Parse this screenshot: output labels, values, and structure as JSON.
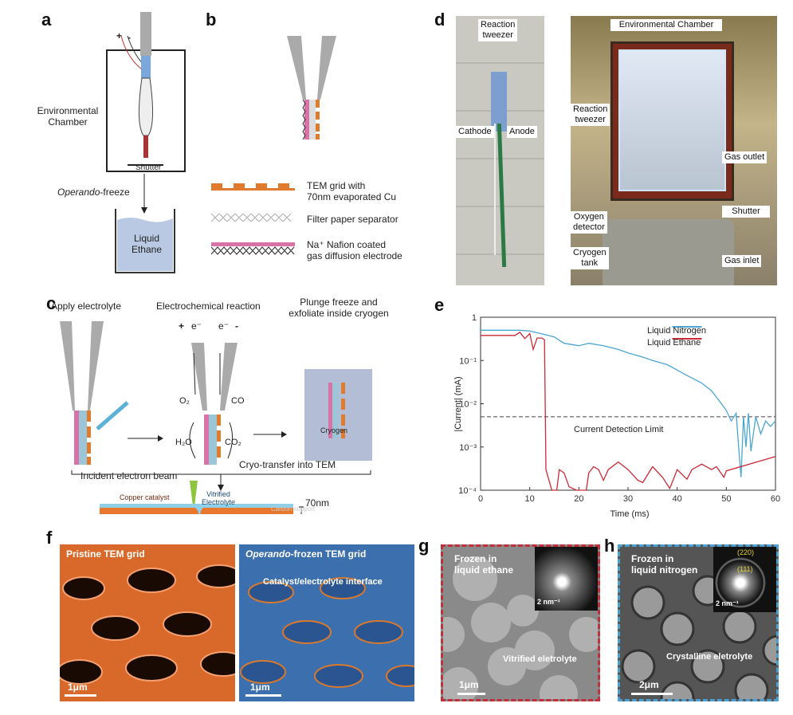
{
  "panels": {
    "a": {
      "label": "a",
      "chamber": "Environmental\nChamber",
      "shutter": "Shutter",
      "plus": "+",
      "minus": "-",
      "freeze_italic": "Operando",
      "freeze_rest": "-freeze",
      "liquid": "Liquid\nEthane"
    },
    "b": {
      "label": "b",
      "legend": [
        "TEM grid with\n70nm evaporated Cu",
        "Filter paper separator",
        "Na⁺ Nafion coated\ngas diffusion electrode"
      ]
    },
    "c": {
      "label": "c",
      "step1": "Apply electrolyte",
      "step2": "Electrochemical reaction",
      "step3": "Plunge freeze and\nexfoliate inside cryogen",
      "plus": "+",
      "minus": "-",
      "e1": "e⁻",
      "e2": "e⁻",
      "o2": "O₂",
      "co": "CO",
      "h2o": "H₂O",
      "co2": "CO₂",
      "cryogen": "Cryogen",
      "transfer": "Cryo-transfer into TEM",
      "beam": "Incident electron beam",
      "copper": "Copper catalyst",
      "vitrified": "Vitrified\nElectrolyte",
      "carbon": "Carbon support",
      "thickness": "70nm"
    },
    "d": {
      "label": "d",
      "photo1": {
        "tweezer": "Reaction\ntweezer",
        "cathode": "Cathode",
        "anode": "Anode"
      },
      "photo2": {
        "chamber": "Environmental Chamber",
        "tweezer": "Reaction\ntweezer",
        "gas_outlet": "Gas outlet",
        "oxygen": "Oxygen\ndetector",
        "shutter": "Shutter",
        "cryogen": "Cryogen\ntank",
        "gas_inlet": "Gas inlet"
      }
    },
    "e": {
      "label": "e"
    },
    "f": {
      "label": "f",
      "left_title": "Pristine TEM grid",
      "right_title_italic": "Operando",
      "right_title_rest": "-frozen TEM grid",
      "interface": "Catalyst/electrolyte interface",
      "scale_left": "1μm",
      "scale_right": "1μm"
    },
    "g": {
      "label": "g",
      "title": "Frozen in\nliquid ethane",
      "annot": "Vitrified eletrolyte",
      "scale": "1μm",
      "inset_scale": "2 nm⁻¹",
      "border_color": "#c0303a"
    },
    "h": {
      "label": "h",
      "title": "Frozen in\nliquid nitrogen",
      "annot": "Crystalline eletrolyte",
      "scale": "2μm",
      "inset_scale": "2 nm⁻¹",
      "ring1": "(111)",
      "ring2": "(220)",
      "border_color": "#4aa0d0"
    }
  },
  "chart_data": {
    "type": "line",
    "xlabel": "Time (ms)",
    "ylabel": "|Current| (mA)",
    "xlim": [
      0,
      60
    ],
    "ylim": [
      0.0001,
      1
    ],
    "yscale": "log",
    "xticks": [
      "0",
      "10",
      "20",
      "30",
      "40",
      "50",
      "60"
    ],
    "yticks": [
      "1",
      "10⁻¹",
      "10⁻²",
      "10⁻³",
      "10⁻⁴"
    ],
    "legend_position": "top-right",
    "threshold": {
      "value": 0.005,
      "label": "Current Detection Limit"
    },
    "series": [
      {
        "name": "Liquid Nitrogen",
        "color": "#4aa6d2",
        "x": [
          0,
          8,
          10,
          13,
          15,
          17,
          20,
          22,
          25,
          28,
          30,
          33,
          35,
          38,
          40,
          42,
          45,
          47,
          49,
          50,
          51,
          52,
          52.5,
          53,
          53.5,
          54,
          54.5,
          55,
          56,
          57,
          58,
          59,
          60
        ],
        "y": [
          0.5,
          0.5,
          0.48,
          0.4,
          0.35,
          0.25,
          0.22,
          0.25,
          0.22,
          0.18,
          0.15,
          0.12,
          0.1,
          0.08,
          0.06,
          0.045,
          0.03,
          0.02,
          0.01,
          0.007,
          0.004,
          0.006,
          0.001,
          0.0002,
          0.005,
          0.001,
          0.006,
          0.0008,
          0.005,
          0.002,
          0.004,
          0.003,
          0.004
        ]
      },
      {
        "name": "Liquid Ethane",
        "color": "#cc2a36",
        "x": [
          0,
          7,
          8,
          9,
          10,
          10.7,
          11.5,
          12.5,
          13,
          13.3,
          14.5,
          15.5,
          16,
          17,
          18,
          19.5,
          20,
          21.5,
          22,
          23,
          24,
          25,
          26,
          28,
          30,
          32,
          33,
          35,
          37,
          38.5,
          40,
          42,
          43,
          45,
          47,
          48,
          49.5,
          50,
          60
        ],
        "y": [
          0.38,
          0.38,
          0.45,
          0.32,
          0.42,
          0.18,
          0.33,
          0.33,
          0.3,
          0.0003,
          0.0001,
          7e-05,
          0.0003,
          0.00025,
          0.00012,
          0.0001,
          7e-05,
          0.0001,
          0.00025,
          0.00035,
          0.0003,
          0.00017,
          0.0003,
          0.00045,
          0.0003,
          0.00017,
          0.00015,
          0.00035,
          0.0002,
          0.00011,
          0.0003,
          0.00018,
          0.0003,
          0.0004,
          0.0003,
          0.00035,
          0.0002,
          0.00028,
          0.0006
        ]
      }
    ]
  }
}
